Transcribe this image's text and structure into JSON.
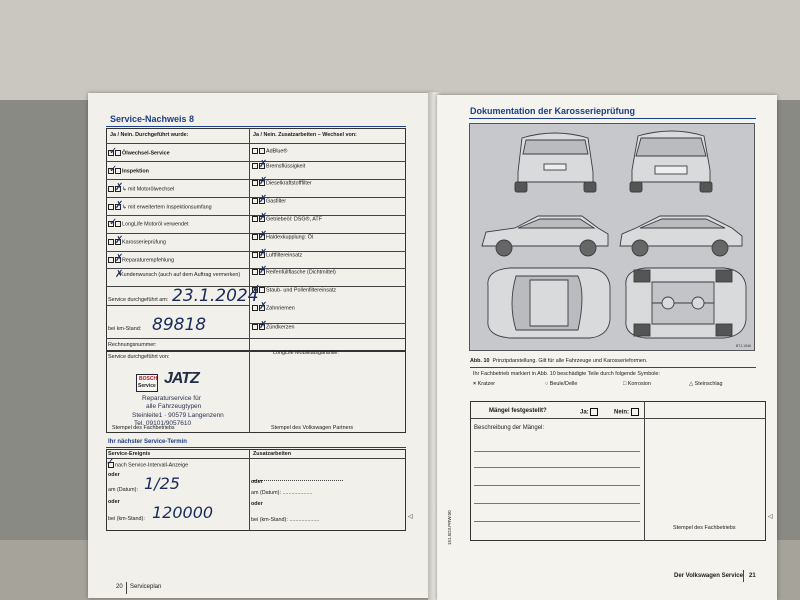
{
  "left": {
    "title": "Service-Nachweis 8",
    "col1_header": "Ja / Nein. Durchgeführt wurde:",
    "col2_header": "Ja / Nein. Zusatzarbeiten – Wechsel von:",
    "col1_items": [
      "Ölwechsel-Service",
      "Inspektion",
      "mit Motorölwechsel",
      "mit erweitertem Inspektionsumfang",
      "LongLife Motoröl verwendet",
      "Karosserieprüfung",
      "Reparaturempfehlung",
      "Kundenwunsch (auch auf dem Auftrag vermerken)"
    ],
    "col2_items": [
      "AdBlue®",
      "Bremsflüssigkeit",
      "Dieselkraftstofffilter",
      "Gasfilter",
      "Getriebeöl: DSG®, ATF",
      "Haldexkupplung: Öl",
      "Luftfiltereinsatz",
      "Reifenfüllflasche (Dichtmittel)",
      "Staub- und Pollenfiltereinsatz",
      "Zahnriemen",
      "Zündkerzen"
    ],
    "service_date_label": "Service durchgeführt am:",
    "service_date_value": "23.1.2024",
    "km_label": "bei km-Stand:",
    "km_value": "89818",
    "invoice_label": "Rechnungsnummer:",
    "performed_by_label": "Service durchgeführt von:",
    "longlife_label": "LongLife Mobilitätsgarantie:",
    "stamp": {
      "brand1": "BOSCH",
      "brand2": "Service",
      "logo_text": "JATZ",
      "line1": "Reparaturservice für",
      "line2": "alle Fahrzeugtypen",
      "line3": "Steinleite1 · 90579 Langenzenn",
      "line4": "Tel. 09101/9057610"
    },
    "stamp_left_label": "Stempel des Fachbetriebs",
    "stamp_right_label": "Stempel des Volkswagen Partners",
    "next_title": "Ihr nächster Service-Termin",
    "next_col1_header": "Service-Ereignis",
    "next_col2_header": "Zusatzarbeiten",
    "next_item1": "nach Service-Intervall-Anzeige",
    "oder": "oder",
    "date_label": "am (Datum):",
    "date_value": "1/25",
    "km_label2": "bei (km-Stand):",
    "km_value2": "120000",
    "dots": "....................",
    "page_number": "20",
    "footer": "Serviceplan"
  },
  "right": {
    "title": "Dokumentation der Karosserieprüfung",
    "fig_label": "Abb. 10",
    "fig_caption": "Prinzipdarstellung. Gilt für alle Fahrzeuge und Karosserieformen.",
    "fig_code": "BTJ-1946",
    "legend_intro": "Ihr Fachbetrieb markiert in Abb. 10 beschädigte Teile durch folgende Symbole:",
    "legend_items": [
      {
        "sym": "×",
        "label": "Kratzer"
      },
      {
        "sym": "○",
        "label": "Beule/Delle"
      },
      {
        "sym": "□",
        "label": "Korrosion"
      },
      {
        "sym": "△",
        "label": "Steinschlag"
      }
    ],
    "defects_label": "Mängel festgestellt?",
    "ja": "Ja:",
    "nein": "Nein:",
    "description_label": "Beschreibung der Mängel:",
    "stamp_label": "Stempel des Fachbetriebs",
    "side_code": "151.5D3.PRW.00",
    "footer": "Der Volkswagen Service",
    "page_number": "21"
  }
}
